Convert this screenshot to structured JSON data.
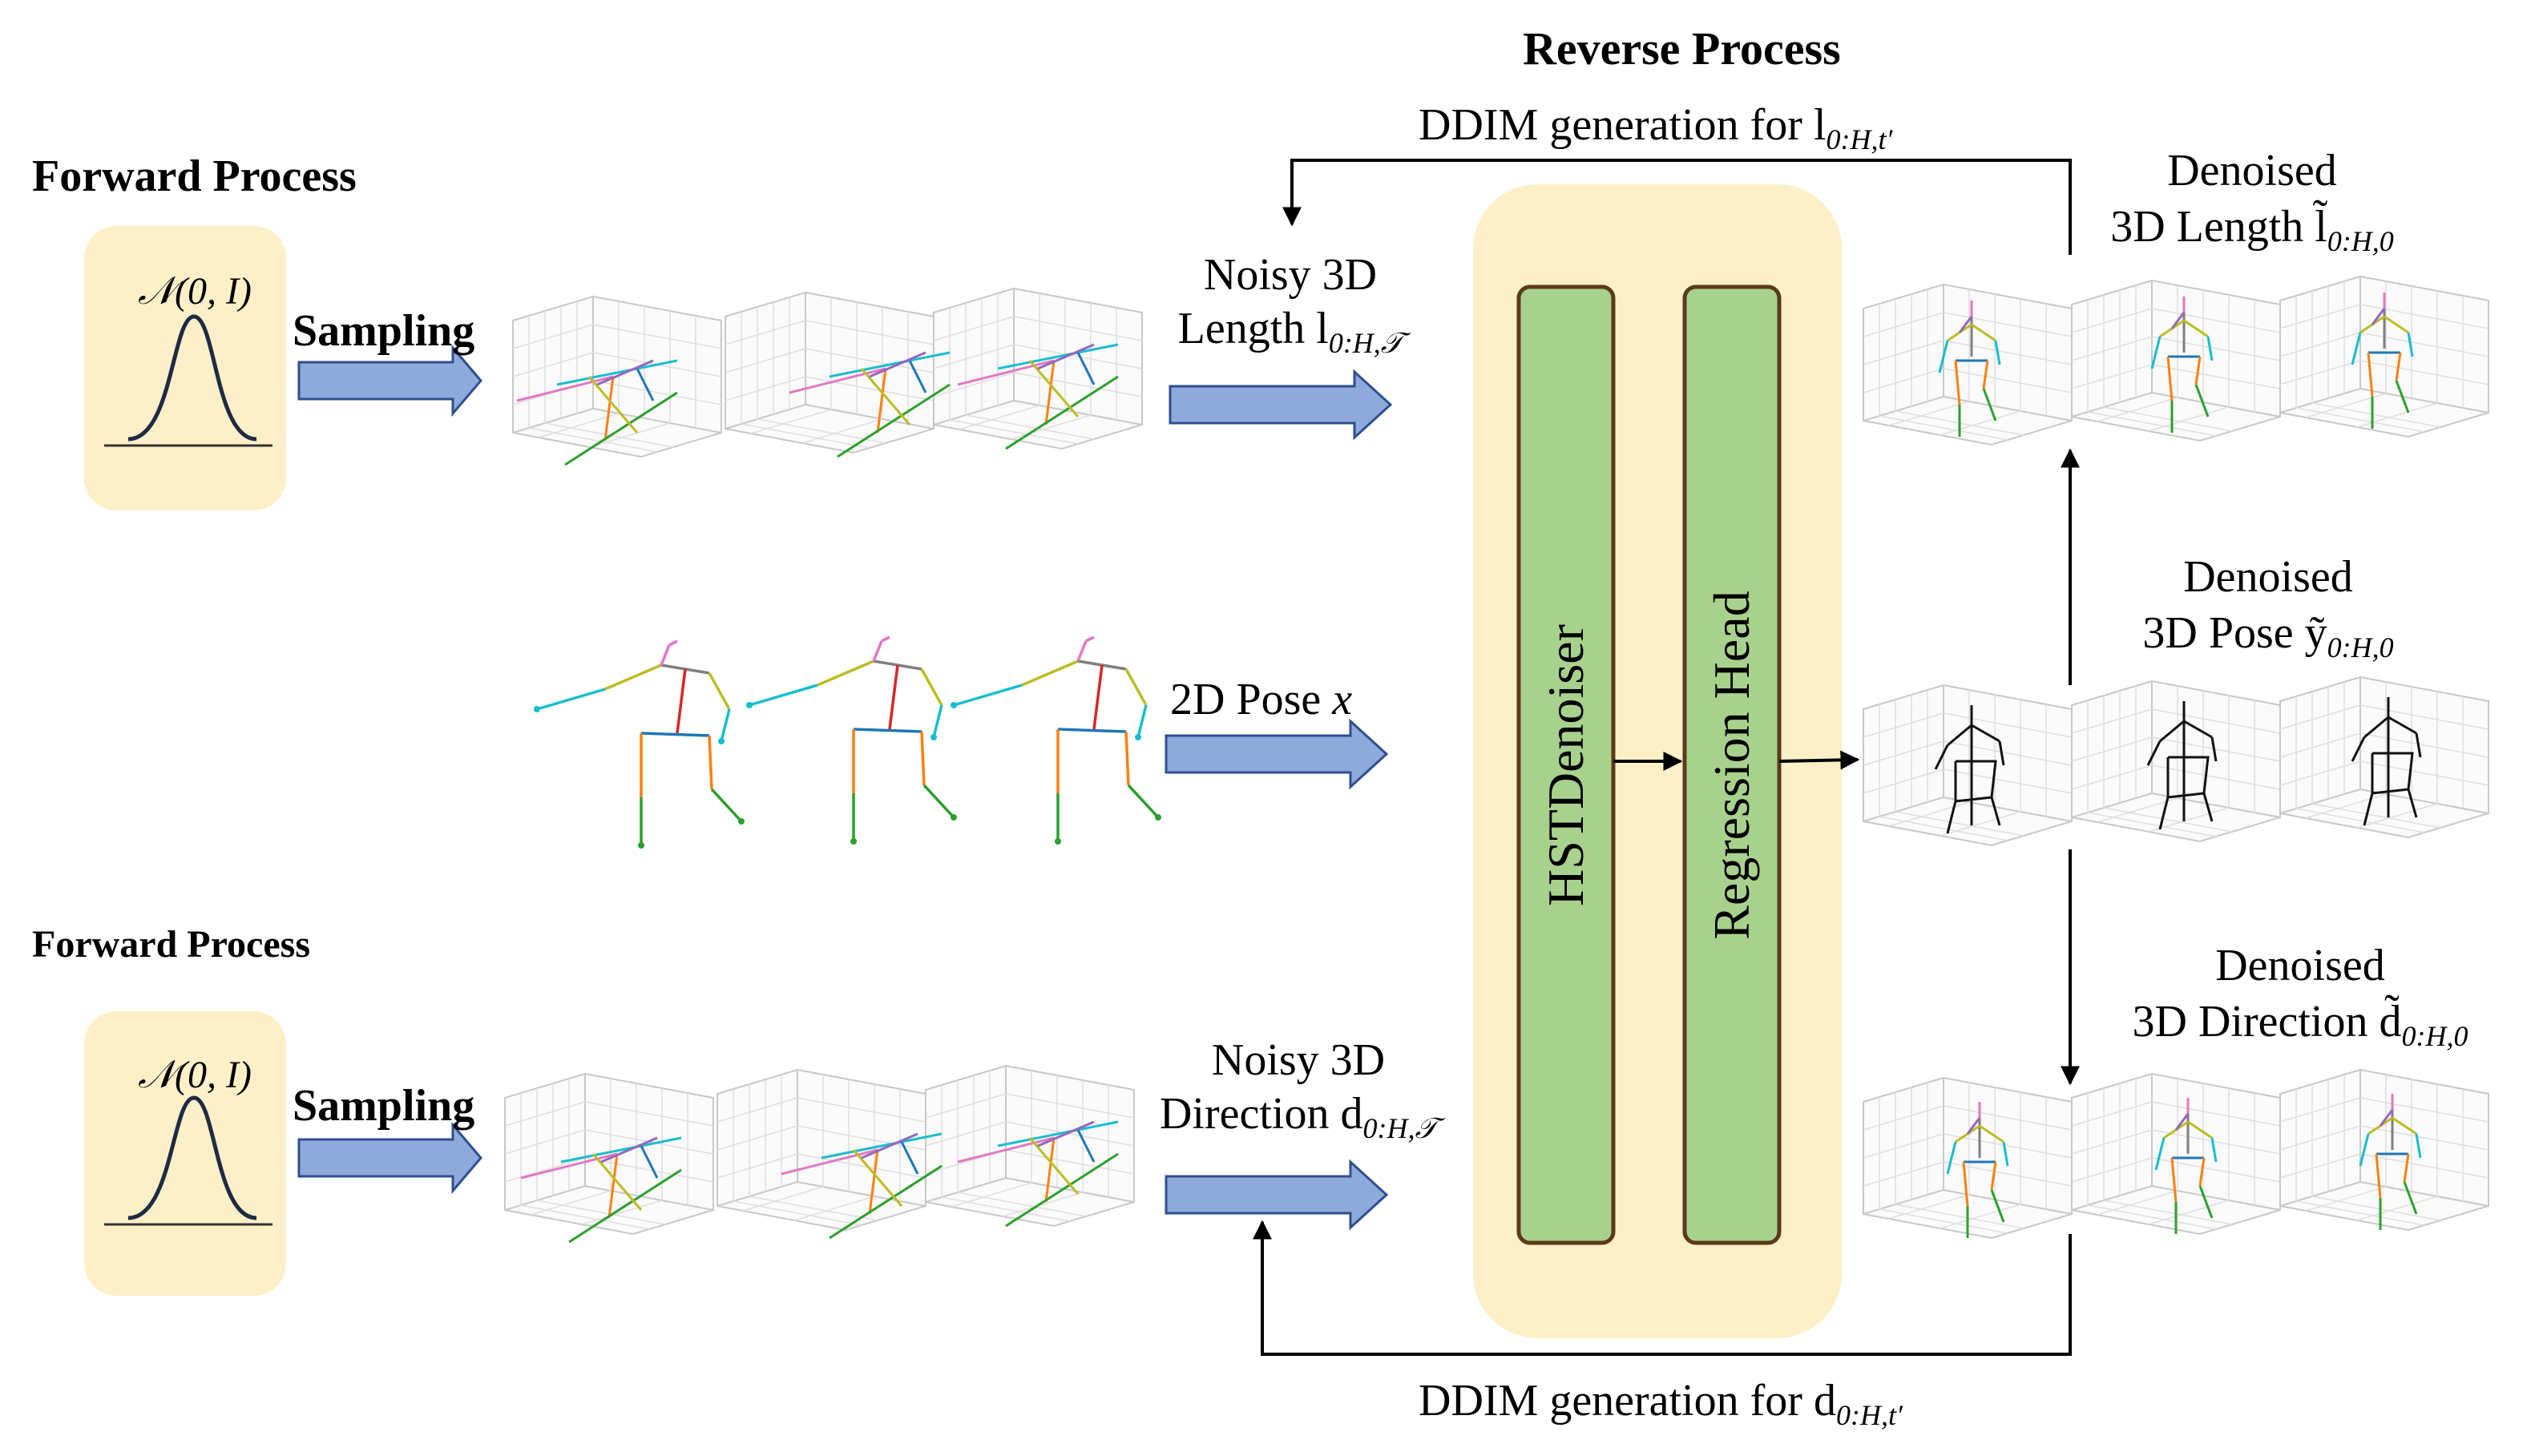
{
  "colors": {
    "panel": "#fdf0c8",
    "block_fill": "#a9d18e",
    "block_stroke": "#5a3a1a",
    "arrow_fill": "#8eaadb",
    "arrow_stroke": "#2f4f8f",
    "curve": "#1f2a44",
    "line": "#000000",
    "grid": "#d9d9d9"
  },
  "icons": [
    "gaussian-curve-icon",
    "block-arrow-icon",
    "skeleton-icon",
    "3d-grid-icon"
  ],
  "labels": {
    "forward_top": "Forward Process",
    "forward_bottom": "Forward Process",
    "reverse": "Reverse Process",
    "sampling_top": "Sampling",
    "sampling_bottom": "Sampling",
    "gauss_top": "𝒩(0, I)",
    "gauss_bottom": "𝒩(0, I)",
    "noisy_length_1": "Noisy 3D",
    "noisy_length_2": "Length l",
    "noisy_length_sub": "0:H,𝒯",
    "pose2d": "2D Pose ",
    "pose2d_var": "x",
    "noisy_dir_1": "Noisy 3D",
    "noisy_dir_2": "Direction d",
    "noisy_dir_sub": "0:H,𝒯",
    "hst": "HSTDenoiser",
    "regression": "Regression Head",
    "ddim_top": "DDIM generation for  l",
    "ddim_top_sub": "0:H,t′",
    "ddim_bottom": "DDIM generation for  d",
    "ddim_bottom_sub": "0:H,t′",
    "den_len_1": "Denoised",
    "den_len_2": "3D Length l̃",
    "den_len_sub": "0:H,0",
    "den_pose_1": "Denoised",
    "den_pose_2": "3D Pose ỹ",
    "den_pose_sub": "0:H,0",
    "den_dir_1": "Denoised",
    "den_dir_2": "3D Direction d̃",
    "den_dir_sub": "0:H,0"
  }
}
